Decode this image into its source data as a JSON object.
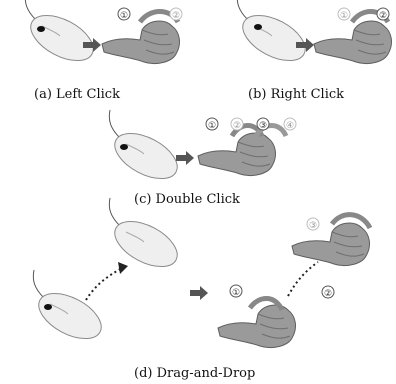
{
  "captions": {
    "a": "(a)  Left Click",
    "b": "(b)  Right Click",
    "c": "(c)  Double Click",
    "d": "(d)  Drag-and-Drop"
  },
  "steps": {
    "a": [
      "①",
      "②"
    ],
    "b": [
      "①",
      "②"
    ],
    "c": [
      "①",
      "②",
      "③",
      "④"
    ],
    "d": [
      "①",
      "②",
      "③"
    ]
  },
  "colors": {
    "mouse_body": "#efefef",
    "mouse_outline": "#8a8a8a",
    "hand": "#9a9a9a",
    "hand_shadow": "#5e5e5e",
    "arrow": "#555555",
    "badge_active_fill": "#ffffff",
    "badge_inactive": "#bdbdbd",
    "button_highlight": "#111111"
  }
}
